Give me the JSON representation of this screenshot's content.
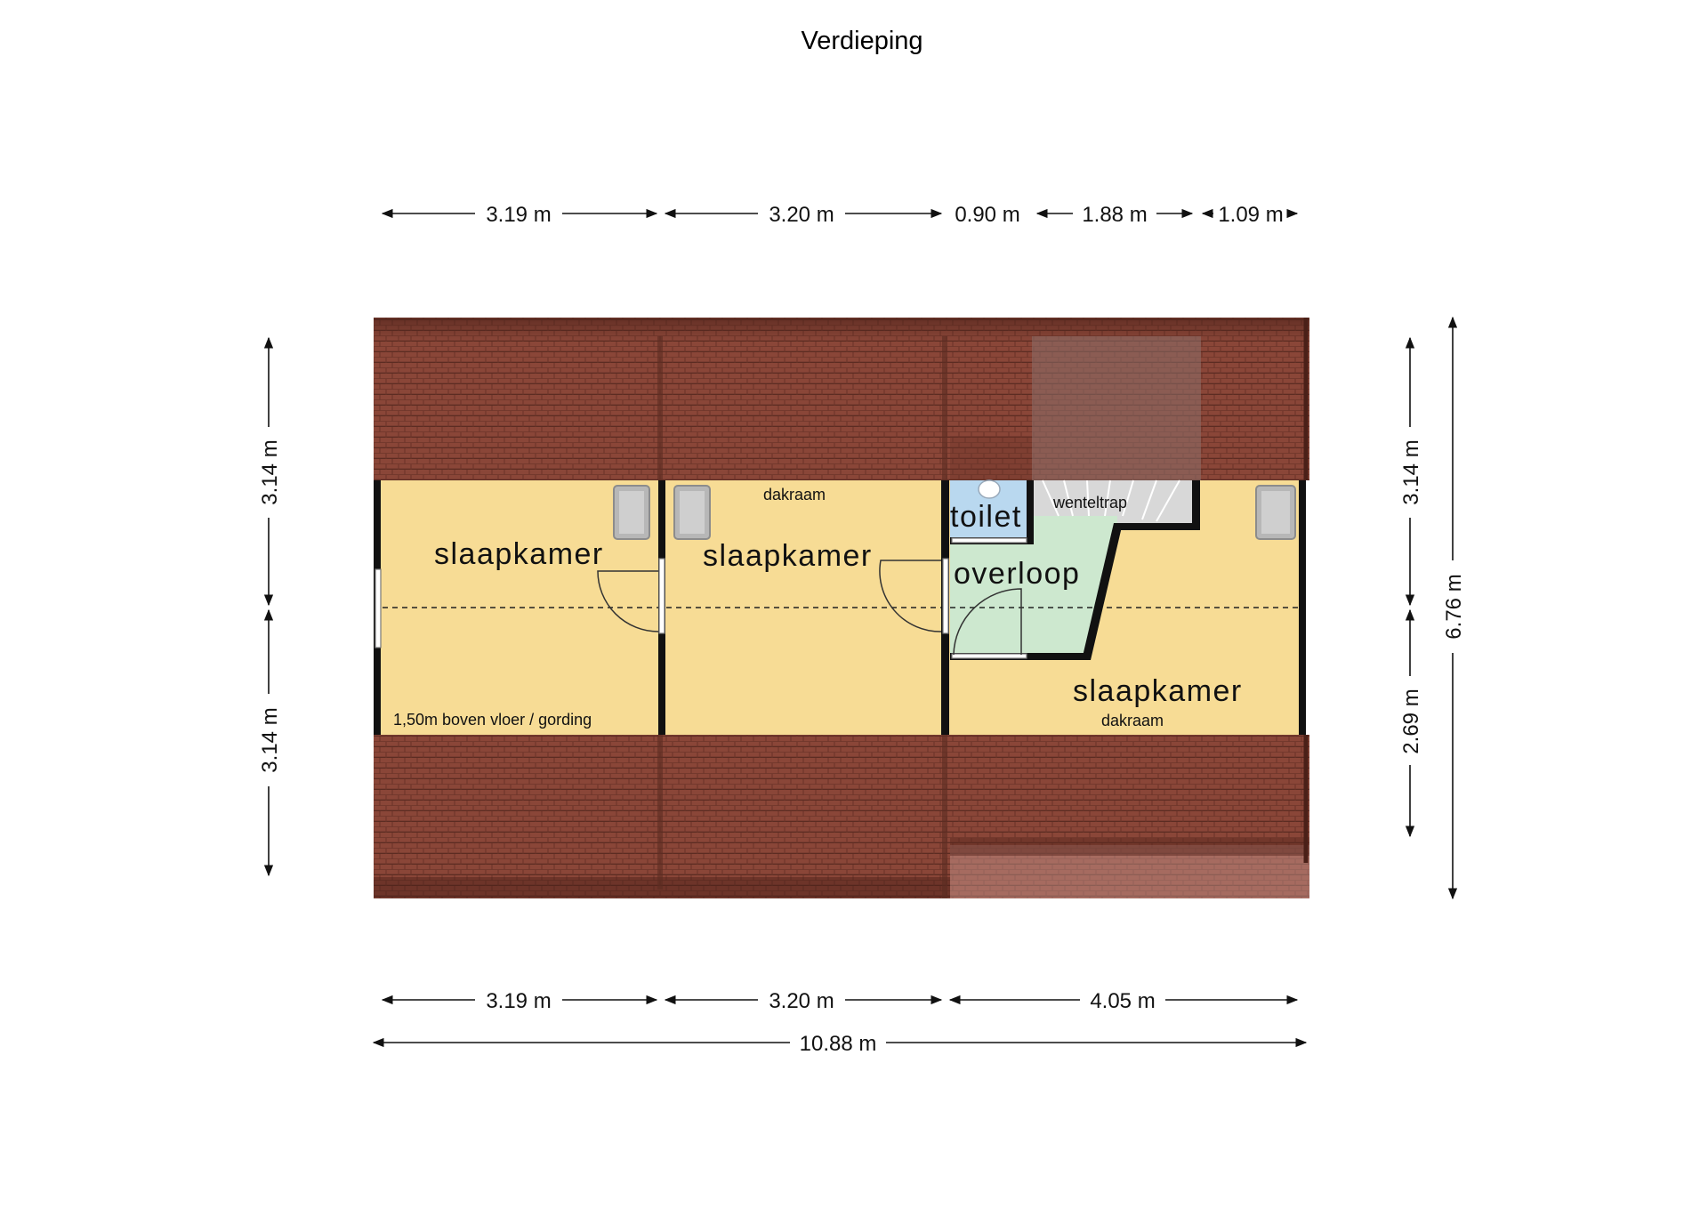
{
  "title": "Verdieping",
  "dimensions": {
    "top": [
      "3.19 m",
      "3.20 m",
      "0.90 m",
      "1.88 m",
      "1.09 m"
    ],
    "bottom": [
      "3.19 m",
      "3.20 m",
      "4.05 m"
    ],
    "total_width": "10.88 m",
    "left": [
      "3.14 m",
      "3.14 m"
    ],
    "right_inner": [
      "3.14 m",
      "2.69 m"
    ],
    "right_total": "6.76 m"
  },
  "rooms": {
    "bedroom_left": "slaapkamer",
    "bedroom_middle": "slaapkamer",
    "bedroom_right": "slaapkamer",
    "toilet": "toilet",
    "landing": "overloop",
    "stair": "wenteltrap"
  },
  "notes": {
    "skylight_top": "dakraam",
    "skylight_bottom": "dakraam",
    "beam_note": "1,50m boven vloer / gording"
  },
  "colors": {
    "roof": "#8a4638",
    "bedroom": "#f7dc95",
    "landing": "#cde8cf",
    "toilet": "#b9d8ef",
    "stair": "#d8d8d8",
    "wall": "#111111"
  }
}
